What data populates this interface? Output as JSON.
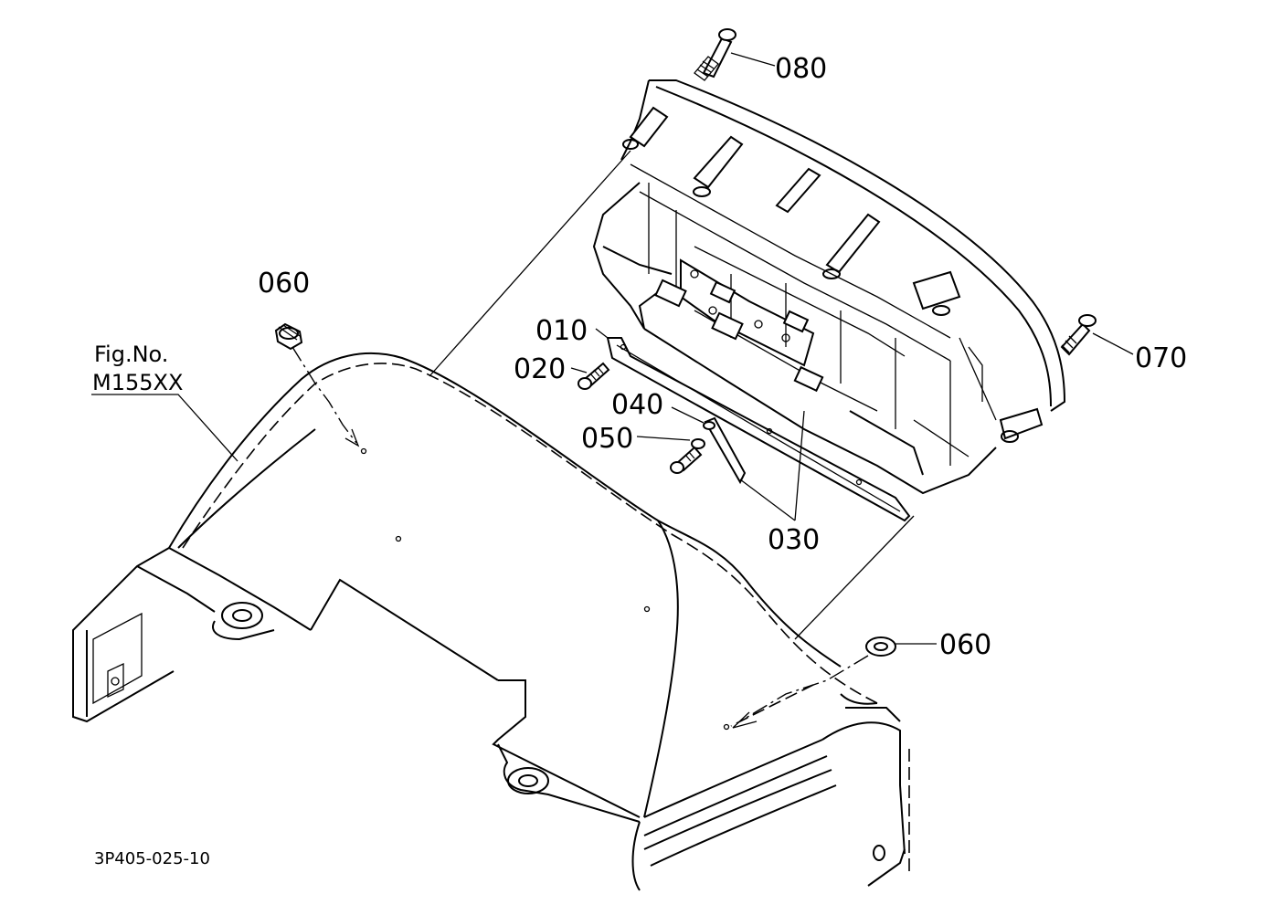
{
  "figure_reference": {
    "line1": "Fig.No.",
    "line2": "M155XX"
  },
  "drawing_id": "3P405-025-10",
  "callouts": [
    {
      "id": "080",
      "label": "080"
    },
    {
      "id": "060-left",
      "label": "060"
    },
    {
      "id": "010",
      "label": "010"
    },
    {
      "id": "020",
      "label": "020"
    },
    {
      "id": "040",
      "label": "040"
    },
    {
      "id": "050",
      "label": "050"
    },
    {
      "id": "030",
      "label": "030"
    },
    {
      "id": "070",
      "label": "070"
    },
    {
      "id": "060-right",
      "label": "060"
    }
  ]
}
